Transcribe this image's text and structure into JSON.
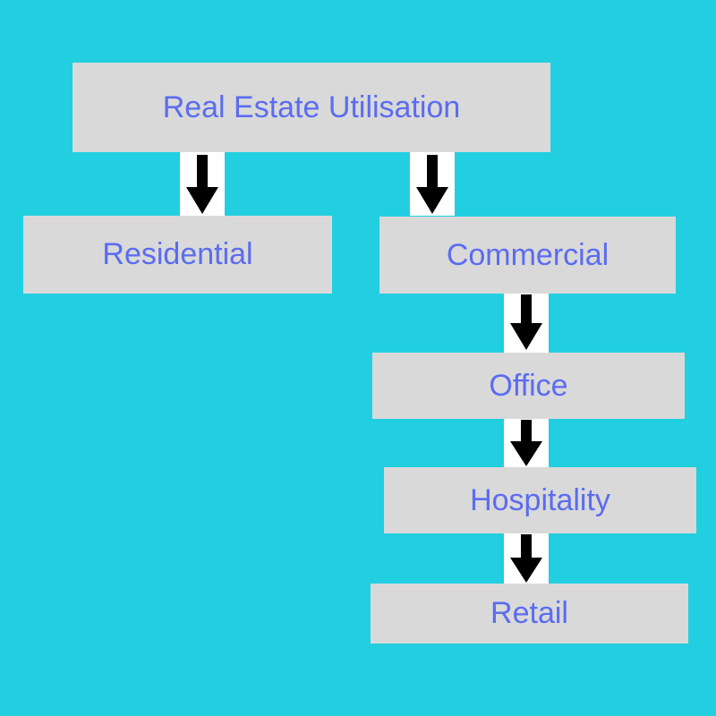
{
  "diagram": {
    "nodes": {
      "root": "Real Estate Utilisation",
      "residential": "Residential",
      "commercial": "Commercial",
      "office": "Office",
      "hospitality": "Hospitality",
      "retail": "Retail"
    },
    "edges": [
      {
        "from": "Real Estate Utilisation",
        "to": "Residential"
      },
      {
        "from": "Real Estate Utilisation",
        "to": "Commercial"
      },
      {
        "from": "Commercial",
        "to": "Office"
      },
      {
        "from": "Office",
        "to": "Hospitality"
      },
      {
        "from": "Hospitality",
        "to": "Retail"
      }
    ]
  },
  "colors": {
    "background": "#22CFE0",
    "box_fill": "#D9D9D9",
    "text": "#5B6CF0",
    "connector": "#FFFFFF",
    "arrow": "#000000"
  }
}
